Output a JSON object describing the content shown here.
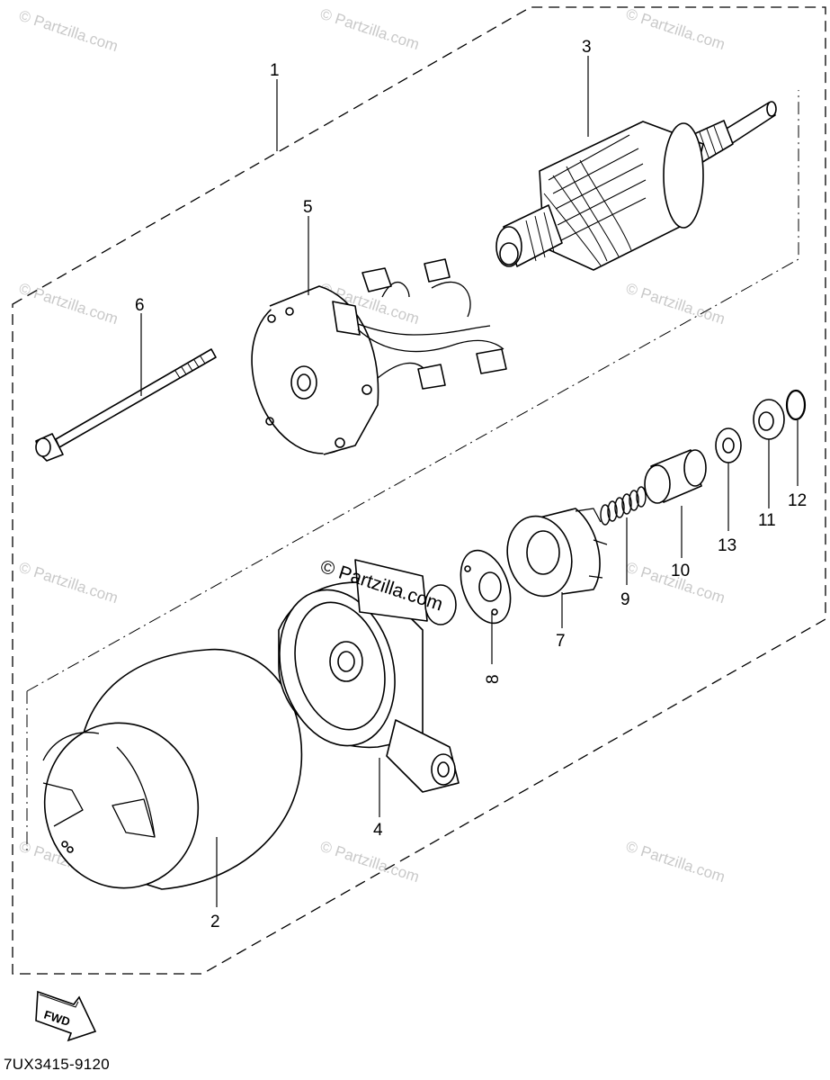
{
  "watermark": "© Partzilla.com",
  "watermark_center": "© Partzilla.com",
  "fwd_label": "FWD",
  "diagram_code": "7UX3415-9120",
  "callouts": [
    {
      "id": "1",
      "label": "1"
    },
    {
      "id": "2",
      "label": "2"
    },
    {
      "id": "3",
      "label": "3"
    },
    {
      "id": "4",
      "label": "4"
    },
    {
      "id": "5",
      "label": "5"
    },
    {
      "id": "6",
      "label": "6"
    },
    {
      "id": "7",
      "label": "7"
    },
    {
      "id": "8",
      "label": "8"
    },
    {
      "id": "9",
      "label": "9"
    },
    {
      "id": "10",
      "label": "10"
    },
    {
      "id": "11",
      "label": "11"
    },
    {
      "id": "12",
      "label": "12"
    },
    {
      "id": "13",
      "label": "13"
    }
  ]
}
